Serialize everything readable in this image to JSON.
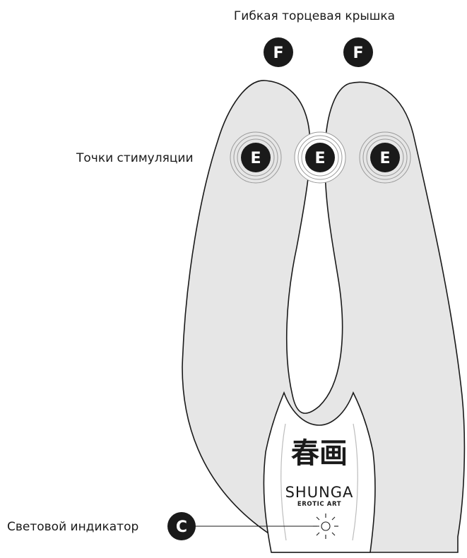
{
  "labels": {
    "flexible_end_cap": "Гибкая торцевая крышка",
    "stimulation_points": "Точки стимуляции",
    "light_indicator": "Световой индикатор"
  },
  "markers": {
    "end_cap": "F",
    "stimulation": "E",
    "indicator": "C"
  },
  "logo": {
    "symbol": "春画",
    "brand": "SHUNGA",
    "tagline": "EROTIC ART"
  },
  "colors": {
    "device_fill": "#e6e6e6",
    "handle_fill": "#ffffff",
    "outline": "#1a1a1a",
    "marker_fill": "#1a1a1a",
    "ring": "#9a9a9a"
  },
  "icons": {
    "indicator": "light-burst-icon"
  }
}
